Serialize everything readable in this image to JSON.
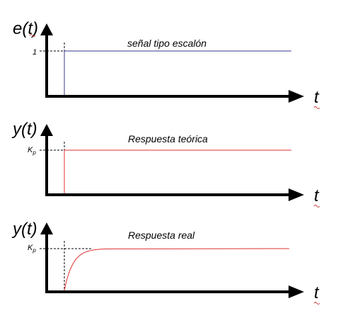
{
  "panels": [
    {
      "y_label": "e(t)",
      "x_label": "t",
      "title": "señal tipo escalón",
      "level_label": "1",
      "signal_type": "step",
      "signal_color": "#3a3a8c"
    },
    {
      "y_label": "y(t)",
      "x_label": "t",
      "title": "Respuesta teórica",
      "level_label": "K",
      "level_subscript": "p",
      "signal_type": "step",
      "signal_color": "#e03030"
    },
    {
      "y_label": "y(t)",
      "x_label": "t",
      "title": "Respuesta real",
      "level_label": "K",
      "level_subscript": "p",
      "signal_type": "first-order",
      "signal_color": "#e03030"
    }
  ],
  "colors": {
    "axis": "#000000",
    "guide": "#000000"
  }
}
